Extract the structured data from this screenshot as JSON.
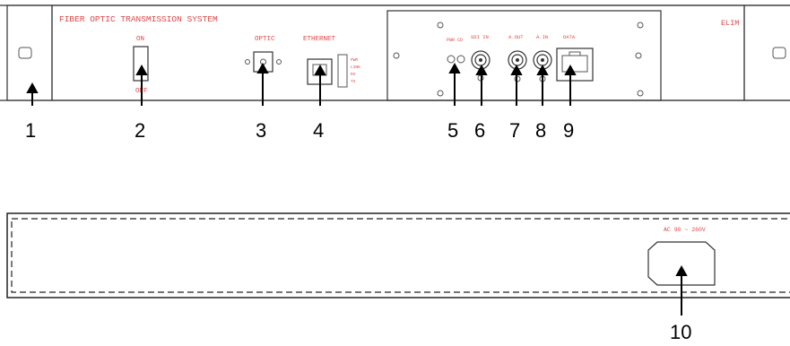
{
  "front_panel": {
    "title": "FIBER OPTIC TRANSMISSION SYSTEM",
    "brand": "ELIM",
    "power_on_label": "ON",
    "power_off_label": "OFF",
    "optic_label": "OPTIC",
    "ethernet_label": "ETHERNET",
    "ethernet_leds": [
      "PWR",
      "LINK",
      "RX",
      "TX"
    ],
    "pwr_led_label": "PWR CD",
    "sdi_in_label": "SDI IN",
    "audio_out_label": "A.OUT",
    "audio_in_label": "A.IN",
    "data_label": "DATA"
  },
  "rear_panel": {
    "power_rating_label": "AC 90 ~ 260V"
  },
  "callouts": [
    "1",
    "2",
    "3",
    "4",
    "5",
    "6",
    "7",
    "8",
    "9",
    "10"
  ]
}
